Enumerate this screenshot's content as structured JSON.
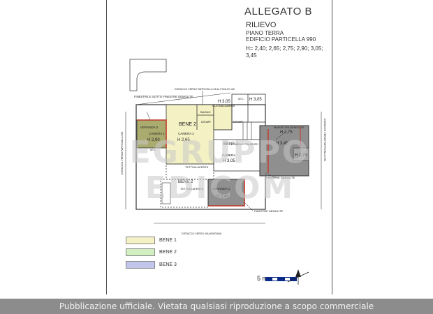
{
  "header": {
    "title": "ALLEGATO  B",
    "subtitle": "RILIEVO",
    "floor": "PIANO TERRA",
    "building": "EDIFICIO  PARTICELLA 990",
    "heights": "H= 2,40;  2,65;  2,75;  2,90;  3,05;  3,45"
  },
  "plan": {
    "distance_top": "DISTACCO VERSO PARTICELLA 33 AL FOGLIO 118",
    "distance_bottom": "DISTACCO VERSO VIA MONTANA",
    "distance_left": "DISTACCO VERSO PARTICELLA 992",
    "distance_right": "DISTACCO VERSO PARTICELLA 991",
    "finestre_top": "FINESTRE E SOTTO FINESTRE DEMOLITE",
    "finestre_right": "FINESTRE DEMOLITE",
    "finestre_bottom": "FINESTRE DEMOLITE",
    "muratura": "MURATURA DEMOLITA",
    "nuovi_tramezzi": "NUOVI TRAMEZZI",
    "bene1": "BENE 1",
    "bene2": "BENE 2",
    "bene2b": "BENE 2",
    "veranda2": "VERANDA 2",
    "veranda1": "VERANDA 1",
    "camera1": "CAMERA 1",
    "camera2": "CAMERA 2",
    "camera": "CAMERA",
    "cucina": "CUCINA",
    "bagno": "BAGNO",
    "disimp1": "DISIMP.",
    "disimp2": "DISIMP.",
    "wc1": "W.C.",
    "wc2": "W.C.",
    "tettoia1": "TETTOIA APERTA",
    "tettoia2": "TETTOIA APERTA",
    "h290": "H  2,90",
    "h265": "H  2,65",
    "h305a": "H  3,05",
    "h305b": "H  3,05",
    "h305c": "H  3,05",
    "h275a": "H  2,75",
    "h275b": "H  2,75",
    "h345": "H  3,45",
    "h240": "H  2,40"
  },
  "legend": [
    {
      "label": "BENE  1",
      "color": "#f4f1c4"
    },
    {
      "label": "BENE  2",
      "color": "#d2efc2"
    },
    {
      "label": "BENE  3",
      "color": "#c3c6ec"
    }
  ],
  "scale": {
    "label": "5 m."
  },
  "watermark": "EGRUPPO EDICOM",
  "footer": "Pubblicazione ufficiale. Vietata qualsiasi riproduzione a scopo commerciale"
}
